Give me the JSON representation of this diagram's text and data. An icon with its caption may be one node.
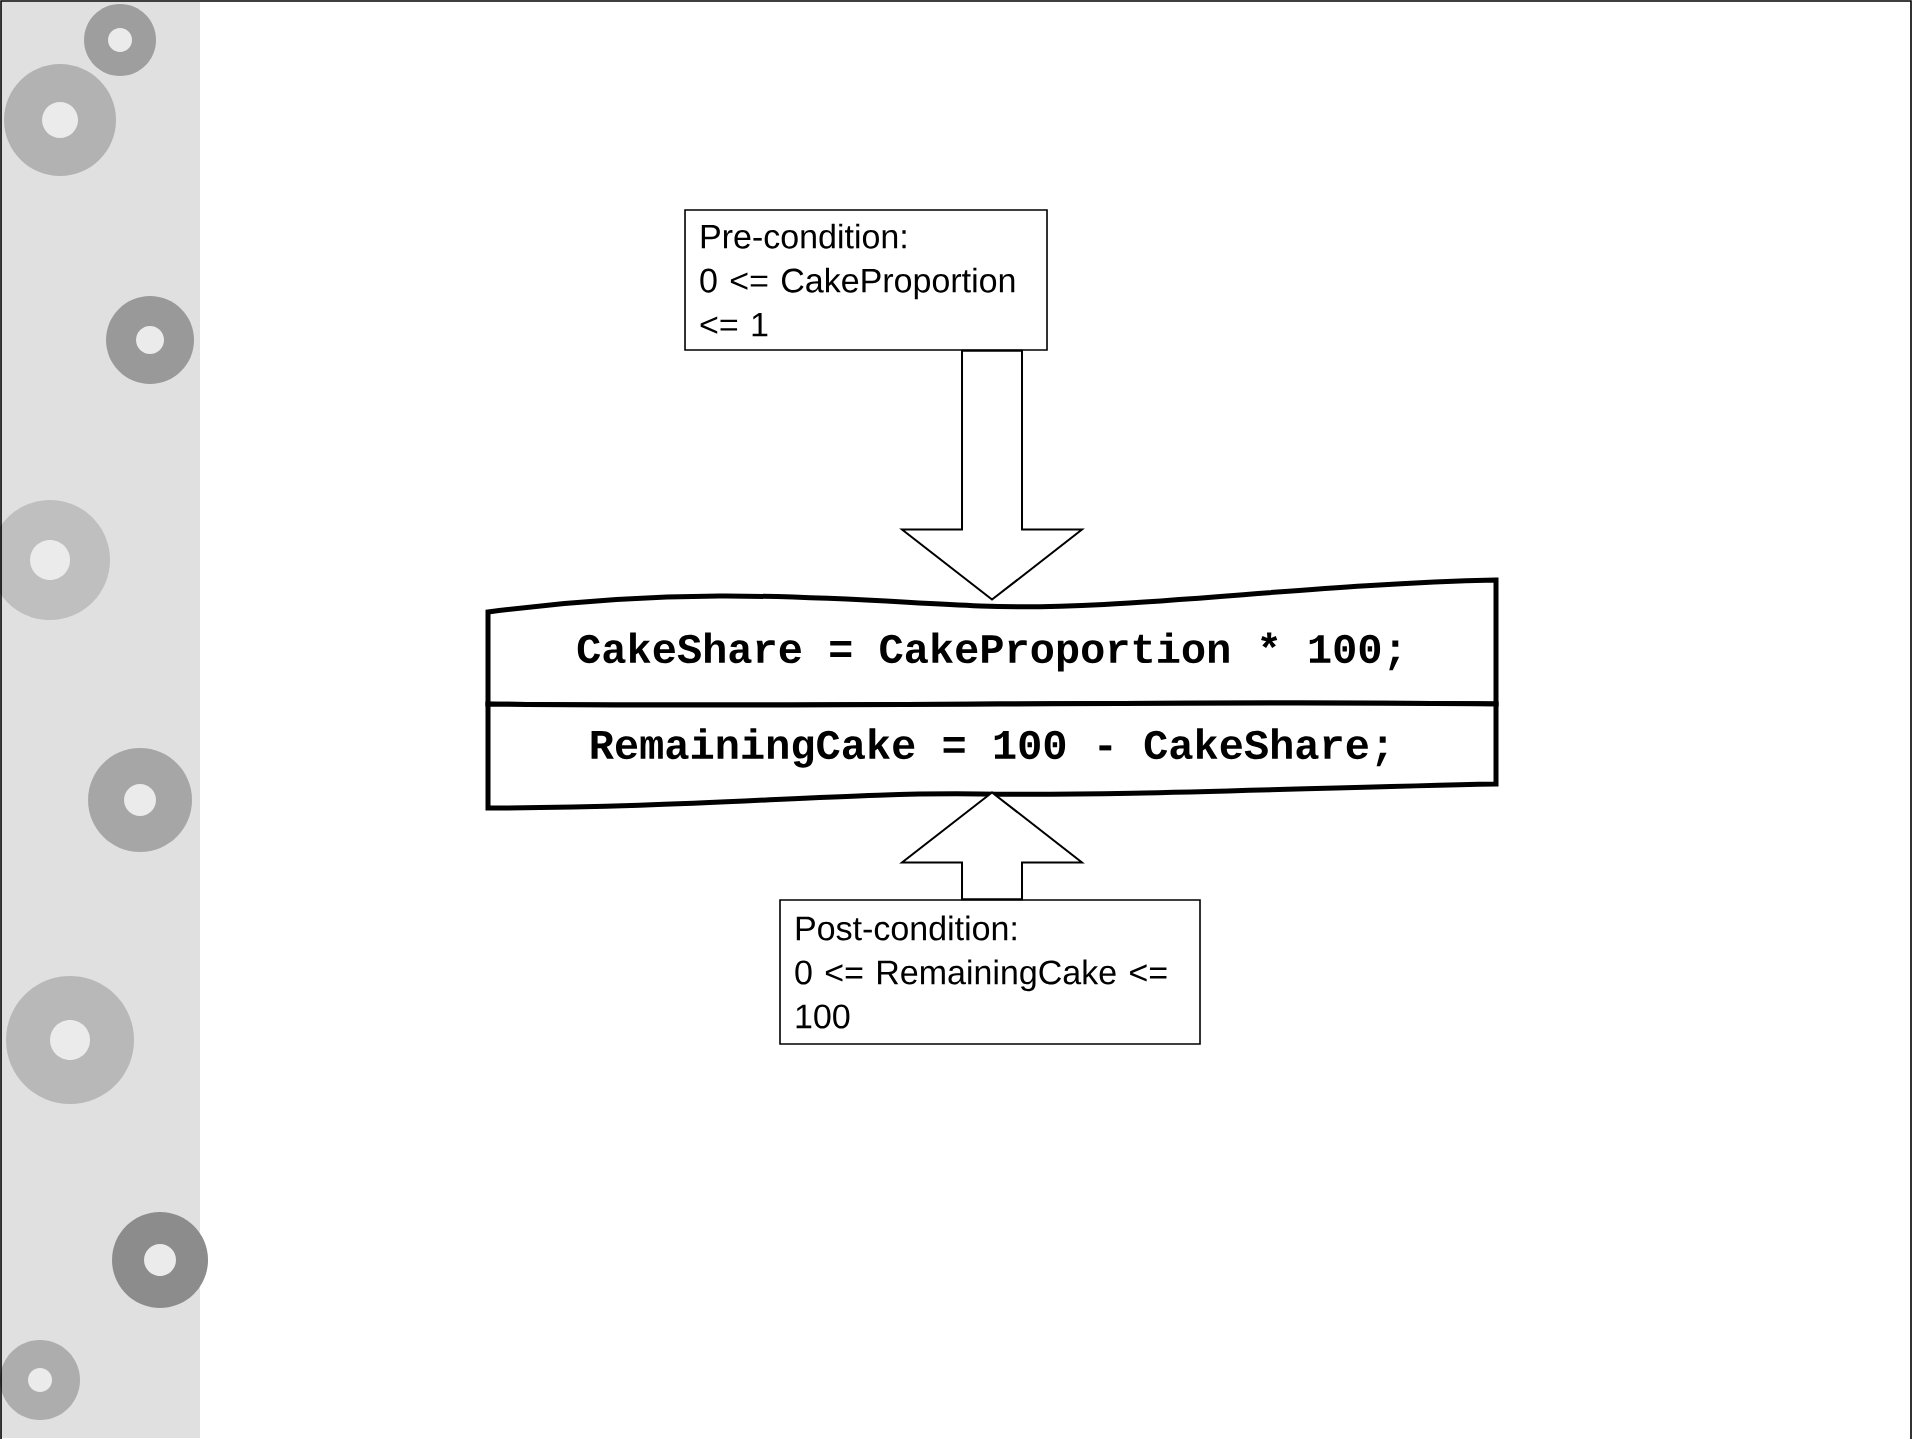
{
  "diagram": {
    "nodes": [
      {
        "text": [
          "Pre-condition:",
          "0 <= CakeProportion <= 1"
        ]
      },
      {
        "text": [
          "CakeShare = CakeProportion * 100;"
        ]
      },
      {
        "text": [
          "RemainingCake = 100 - CakeShare;"
        ]
      },
      {
        "text": [
          "Post-condition:",
          "0 <= RemainingCake <= 100"
        ]
      }
    ],
    "edges": [
      {
        "from": 0,
        "to": 1,
        "arrow": "to"
      },
      {
        "from": 3,
        "to": 2,
        "arrow": "to"
      }
    ]
  }
}
